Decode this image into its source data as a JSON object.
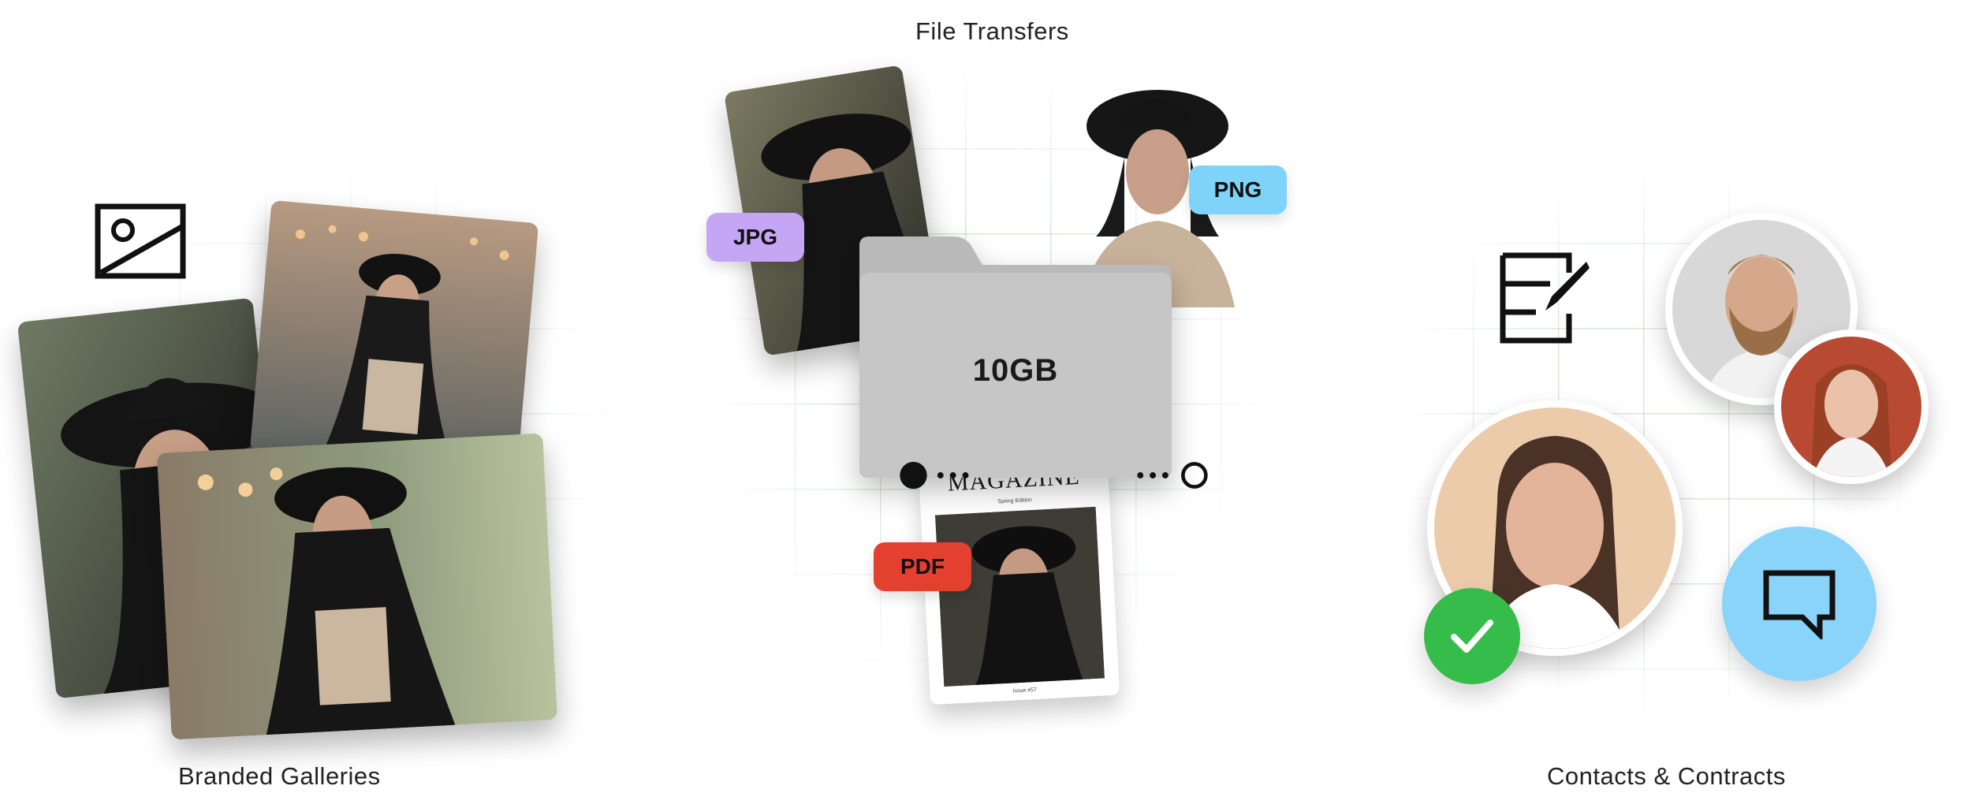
{
  "sections": {
    "galleries": {
      "caption": "Branded Galleries",
      "icon": "image-icon"
    },
    "transfers": {
      "caption": "File Transfers",
      "folder_label": "10GB",
      "tags": {
        "jpg": "JPG",
        "png": "PNG",
        "pdf": "PDF"
      },
      "magazine": {
        "title": "MAGAZINE",
        "subtitle": "Spring Edition",
        "footer": "Issue #57"
      }
    },
    "contacts": {
      "caption": "Contacts & Contracts",
      "icons": [
        "contract-icon",
        "check-icon",
        "chat-icon"
      ]
    }
  },
  "colors": {
    "jpg_tag": "#c4a6f5",
    "png_tag": "#7fd3f8",
    "pdf_tag": "#e4402f",
    "check": "#35bc4a",
    "chat": "#8ad4fa",
    "folder": "#c4c4c4",
    "grid": "#b9d6bd"
  }
}
